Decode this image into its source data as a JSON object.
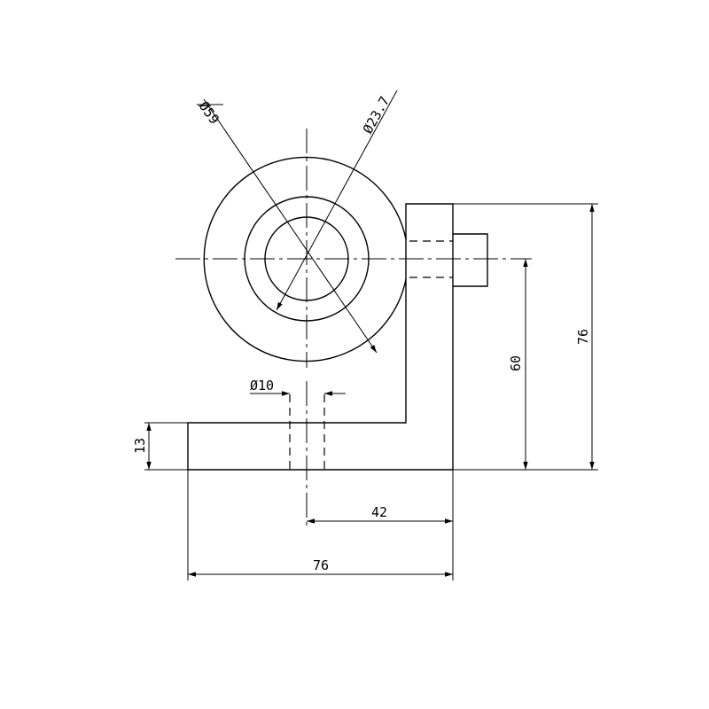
{
  "dimensions": {
    "outer_circle_diameter": "Ø59",
    "inner_circle_diameter": "Ø23.7",
    "hole_diameter": "Ø10",
    "flange_thickness": "13",
    "center_height": "60",
    "overall_height": "76",
    "center_offset": "42",
    "overall_width": "76"
  },
  "colors": {
    "line": "#000000",
    "background": "#ffffff"
  }
}
